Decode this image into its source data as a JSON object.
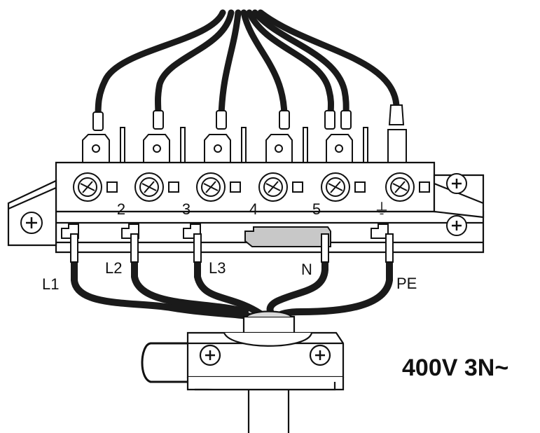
{
  "terminals": {
    "numbers": [
      "2",
      "3",
      "4",
      "5"
    ],
    "earth_symbol": "⏚"
  },
  "wires": {
    "labels": [
      "L1",
      "L2",
      "L3",
      "N",
      "PE"
    ]
  },
  "supply": {
    "rating": "400V 3N~"
  },
  "colors": {
    "line": "#111111",
    "fill": "#ffffff",
    "bridge": "#c8c8c8",
    "wire": "#1a1a1a"
  }
}
